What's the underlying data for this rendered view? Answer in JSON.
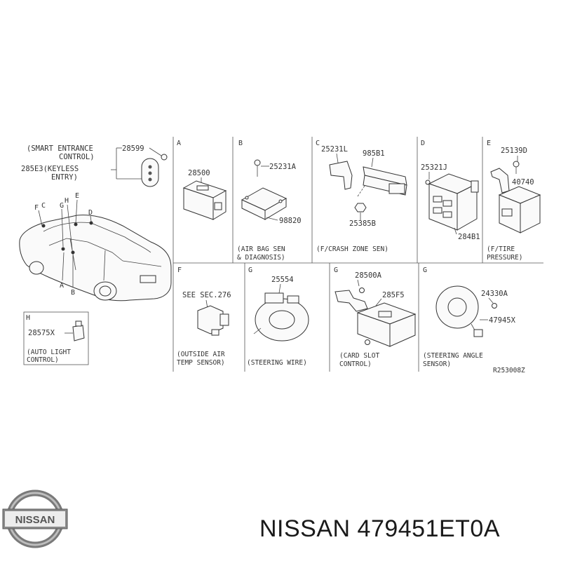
{
  "diagram": {
    "overview": {
      "smart_entrance_label": "(SMART ENTRANCE\nCONTROL)",
      "keyless_label": "285E3(KEYLESS\nENTRY)",
      "part_28599": "28599",
      "car_letters": [
        "F",
        "C",
        "G",
        "H",
        "E",
        "D",
        "A",
        "B"
      ]
    },
    "panel_h": {
      "letter": "H",
      "part": "28575X",
      "caption": "(AUTO LIGHT\nCONTROL)"
    },
    "panel_a": {
      "letter": "A",
      "part": "28500"
    },
    "panel_b": {
      "letter": "B",
      "part1": "25231A",
      "part2": "98820",
      "caption": "(AIR BAG SEN\n& DIAGNOSIS)"
    },
    "panel_c": {
      "letter": "C",
      "part1": "25231L",
      "part2": "985B1",
      "part3": "25385B",
      "caption": "(F/CRASH ZONE SEN)"
    },
    "panel_d": {
      "letter": "D",
      "part1": "25321J",
      "part2": "284B1"
    },
    "panel_e": {
      "letter": "E",
      "part1": "25139D",
      "part2": "40740",
      "caption": "(F/TIRE\nPRESSURE)"
    },
    "panel_f": {
      "letter": "F",
      "part": "SEE SEC.276",
      "caption": "(OUTSIDE AIR\nTEMP SENSOR)"
    },
    "panel_g1": {
      "letter": "G",
      "part": "25554",
      "caption": "(STEERING WIRE)"
    },
    "panel_g2": {
      "letter": "G",
      "part1": "28500A",
      "part2": "285F5",
      "caption": "(CARD SLOT\nCONTROL)"
    },
    "panel_g3": {
      "letter": "G",
      "part1": "24330A",
      "part2": "47945X",
      "caption": "(STEERING ANGLE\nSENSOR)"
    },
    "ref_code": "R253008Z"
  },
  "footer": {
    "brand_logo_text": "NISSAN",
    "title": "NISSAN 479451ET0A"
  }
}
